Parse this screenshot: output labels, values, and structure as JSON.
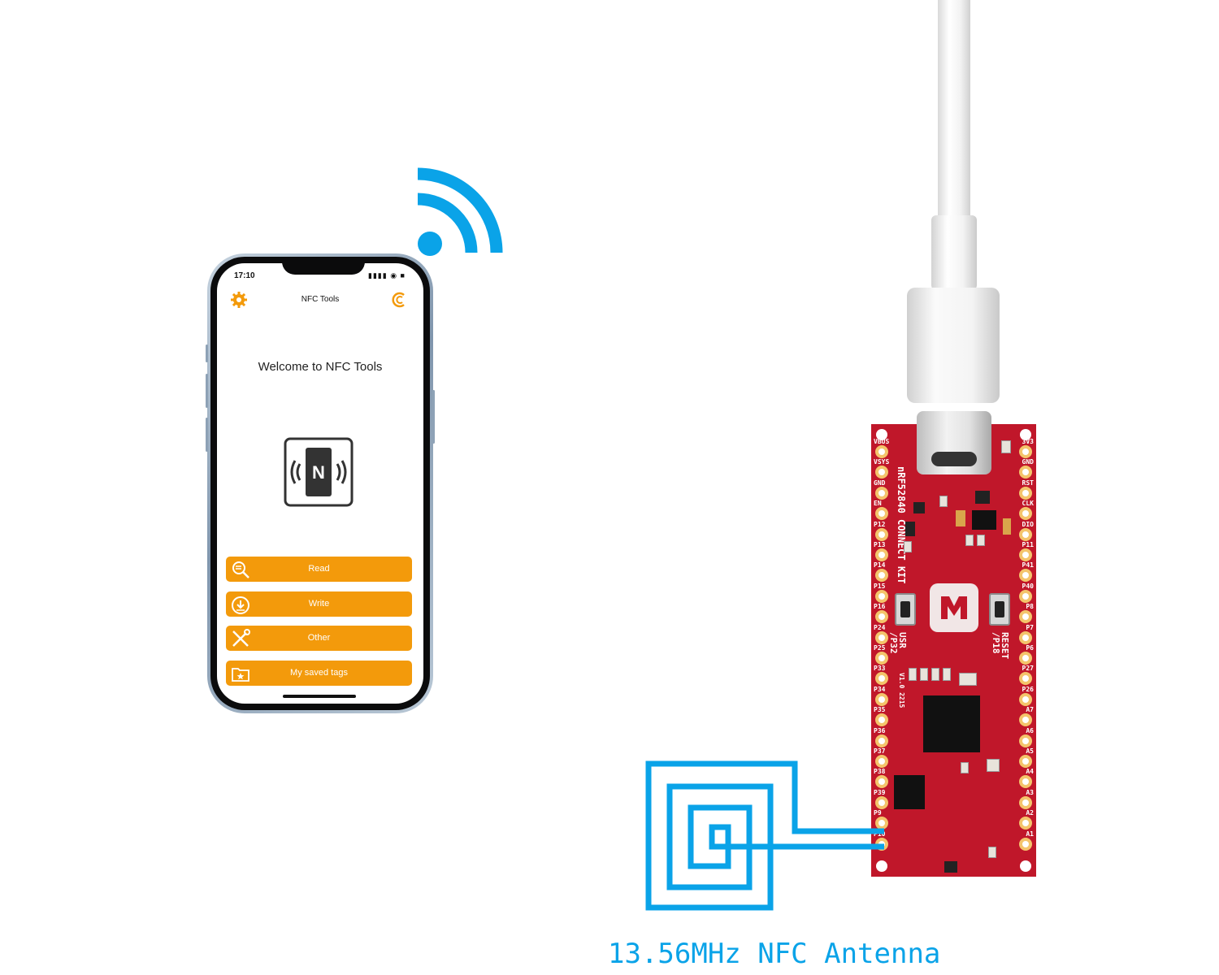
{
  "phone": {
    "status_time": "17:10",
    "status_icons": "▮▮▮▮ ◉ ■",
    "app_title": "NFC Tools",
    "settings_icon": "gear-icon",
    "credit_icon": "coin-icon",
    "welcome": "Welcome to NFC Tools",
    "nfc_logo_letter": "N",
    "menu": [
      {
        "label": "Read",
        "icon": "search-icon"
      },
      {
        "label": "Write",
        "icon": "download-icon"
      },
      {
        "label": "Other",
        "icon": "tools-icon"
      },
      {
        "label": "My saved tags",
        "icon": "folder-star-icon"
      }
    ],
    "accent": "#f39a0b"
  },
  "board": {
    "title": "nRF52840 CONNECT KIT",
    "version": "V1.0  2215",
    "usr_button": "USR\n/P32",
    "reset_button": "RESET\n/P18",
    "left_pins": [
      "VBUS",
      "VSYS",
      "GND",
      "EN",
      "P12",
      "P13",
      "P14",
      "P15",
      "P16",
      "P24",
      "P25",
      "P33",
      "P34",
      "P35",
      "P36",
      "P37",
      "P38",
      "P39",
      "P9",
      "P10"
    ],
    "right_pins": [
      "3V3",
      "GND",
      "RST",
      "CLK",
      "DIO",
      "P11",
      "P41",
      "P40",
      "P8",
      "P7",
      "P6",
      "P27",
      "P26",
      "A7",
      "A6",
      "A5",
      "A4",
      "A3",
      "A2",
      "A1"
    ],
    "color": "#c0172a"
  },
  "caption": "13.56MHz NFC Antenna",
  "signal_color": "#0aa3e8"
}
